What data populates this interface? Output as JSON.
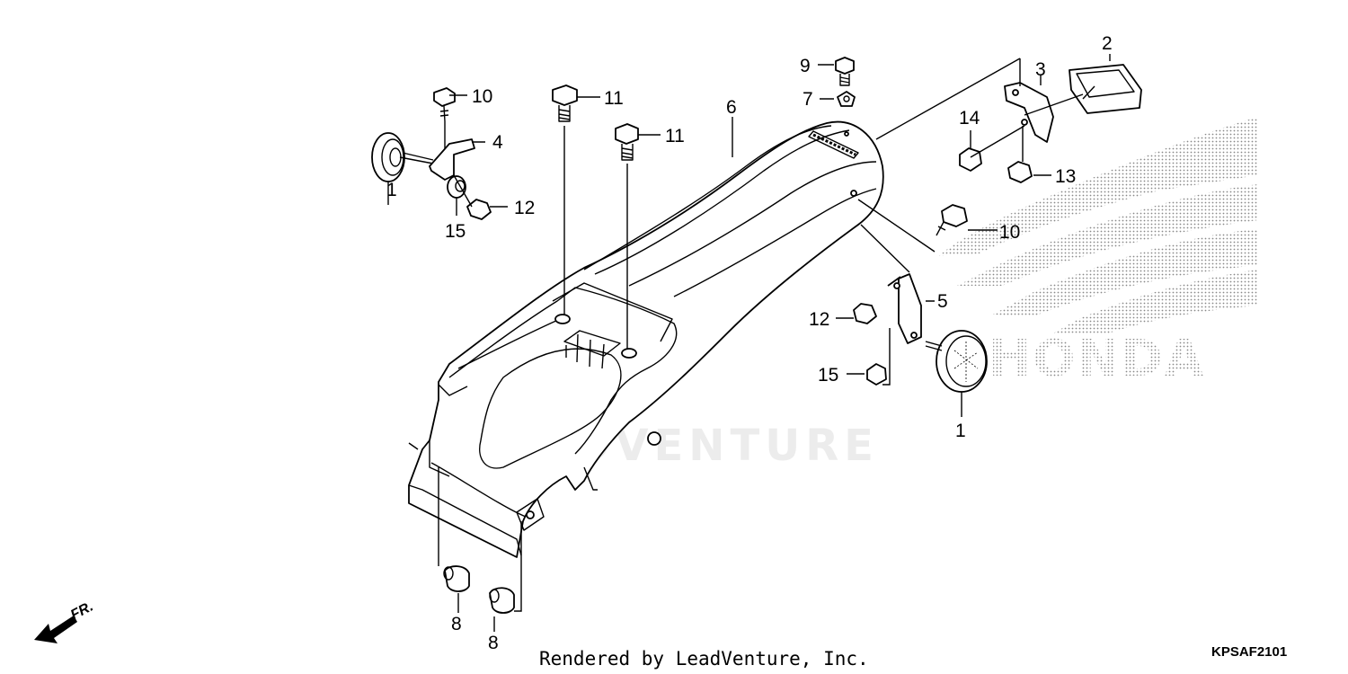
{
  "diagram": {
    "watermark": "LEADVENTURE",
    "brand_logo_text": "HONDA",
    "front_indicator": "FR.",
    "footer_text": "Rendered by LeadVenture, Inc.",
    "diagram_code": "KPSAF2101",
    "callouts": {
      "c1a": "1",
      "c1b": "1",
      "c2": "2",
      "c3": "3",
      "c4": "4",
      "c5": "5",
      "c6": "6",
      "c7": "7",
      "c8a": "8",
      "c8b": "8",
      "c9": "9",
      "c10a": "10",
      "c10b": "10",
      "c11a": "11",
      "c11b": "11",
      "c12a": "12",
      "c12b": "12",
      "c13": "13",
      "c14": "14",
      "c15a": "15",
      "c15b": "15"
    }
  }
}
